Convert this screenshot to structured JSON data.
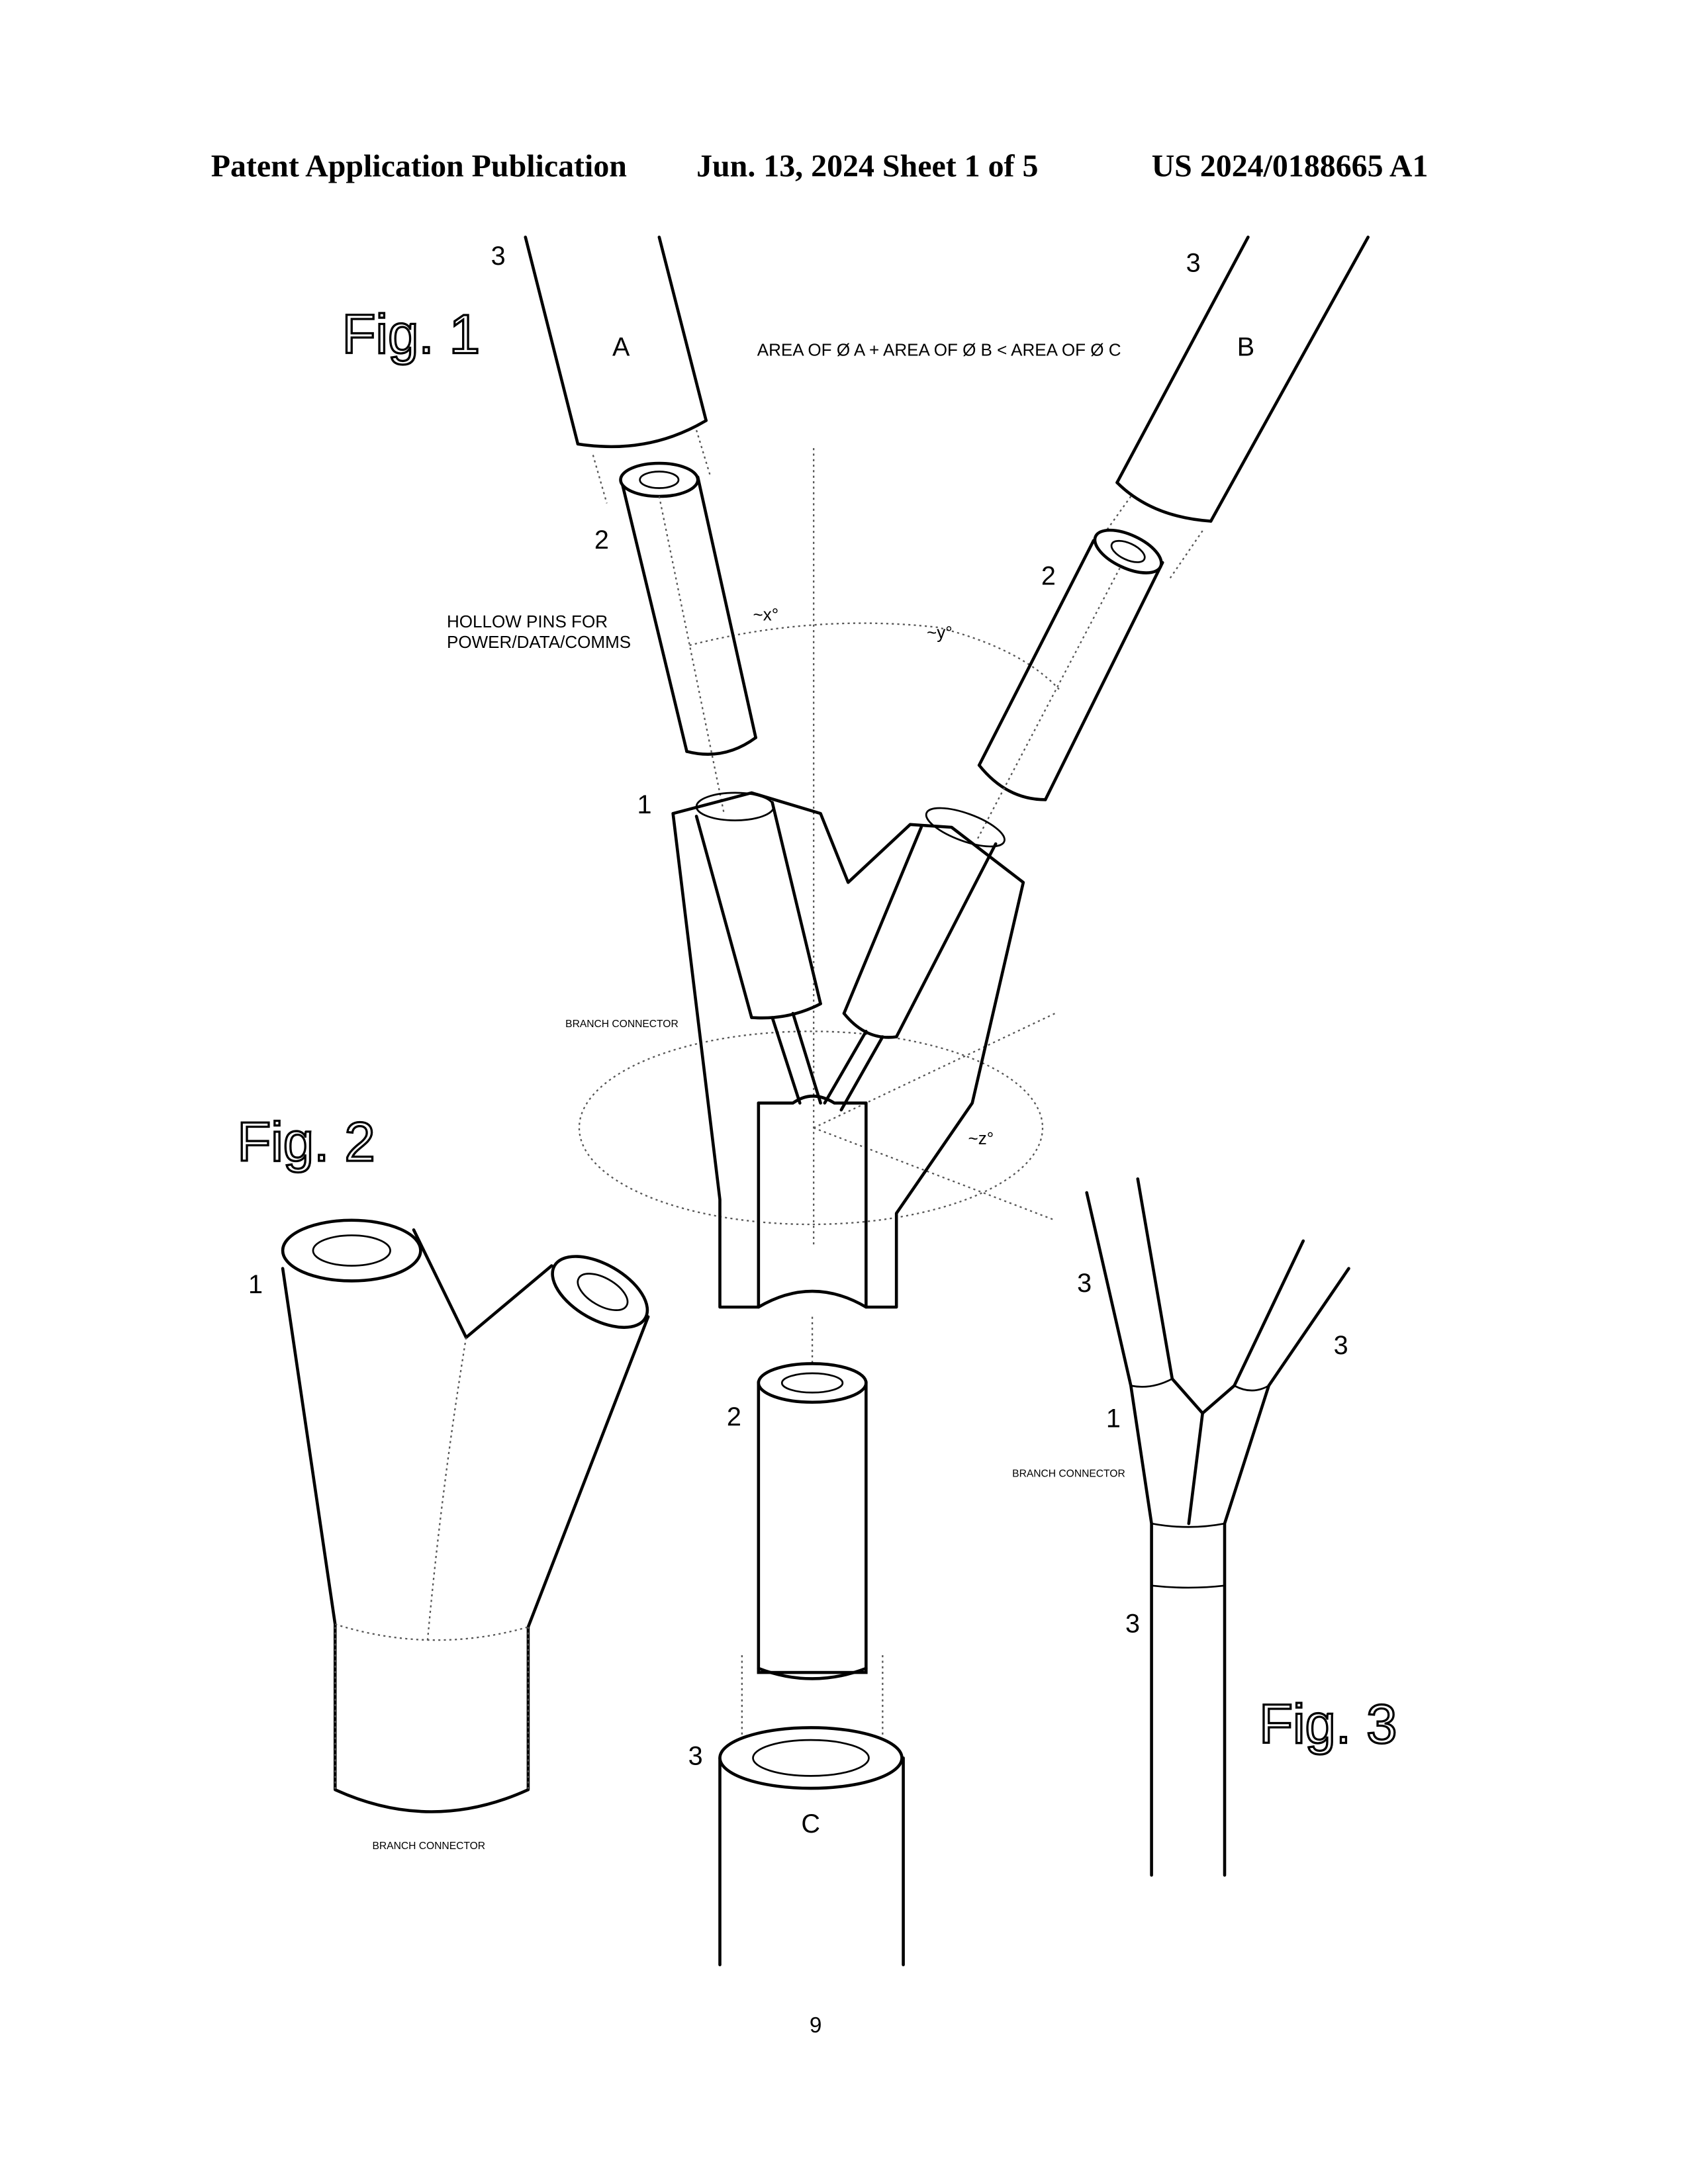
{
  "header": {
    "publication": "Patent Application Publication",
    "date_sheet": "Jun. 13, 2024  Sheet 1 of 5",
    "number": "US 2024/0188665 A1"
  },
  "figures": {
    "fig1": "Fig. 1",
    "fig2": "Fig. 2",
    "fig3": "Fig. 3"
  },
  "fig1": {
    "cable_a_ref": "3",
    "cable_a_label": "A",
    "cable_b_ref": "3",
    "cable_b_label": "B",
    "formula": "AREA OF Ø A + AREA OF Ø B < AREA OF Ø C",
    "pin_left_ref": "2",
    "pin_right_ref": "2",
    "pins_label_line1": "HOLLOW PINS FOR",
    "pins_label_line2": "POWER/DATA/COMMS",
    "angle_x": "~x°",
    "angle_y": "~y°",
    "angle_z": "~z°",
    "connector_ref": "1",
    "connector_label": "BRANCH CONNECTOR",
    "pin_bottom_ref": "2",
    "cable_c_ref": "3",
    "cable_c_label": "C"
  },
  "fig2": {
    "connector_ref": "1",
    "connector_label": "BRANCH CONNECTOR"
  },
  "fig3": {
    "cable_left_ref": "3",
    "cable_right_ref": "3",
    "connector_ref": "1",
    "connector_label": "BRANCH CONNECTOR",
    "cable_bottom_ref": "3"
  },
  "page_number": "9"
}
